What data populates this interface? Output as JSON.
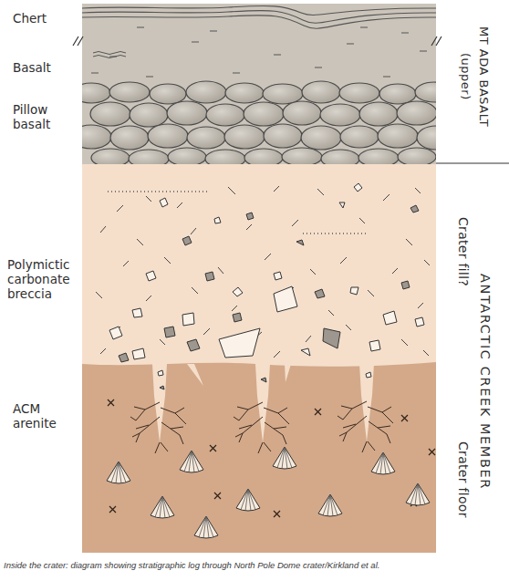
{
  "diagram": {
    "caption": "Inside the crater: diagram showing stratigraphic log through North Pole Dome crater/Kirkland et al.",
    "labels": [
      "Chert",
      "Basalt",
      "Pillow basalt",
      "MT ADA BASALT (upper)",
      "Polymictic carbonate breccia",
      "ANTARCTIC CREEK MEMBER",
      "Crater fill?",
      "ACM arenite",
      "Crater floor"
    ]
  }
}
